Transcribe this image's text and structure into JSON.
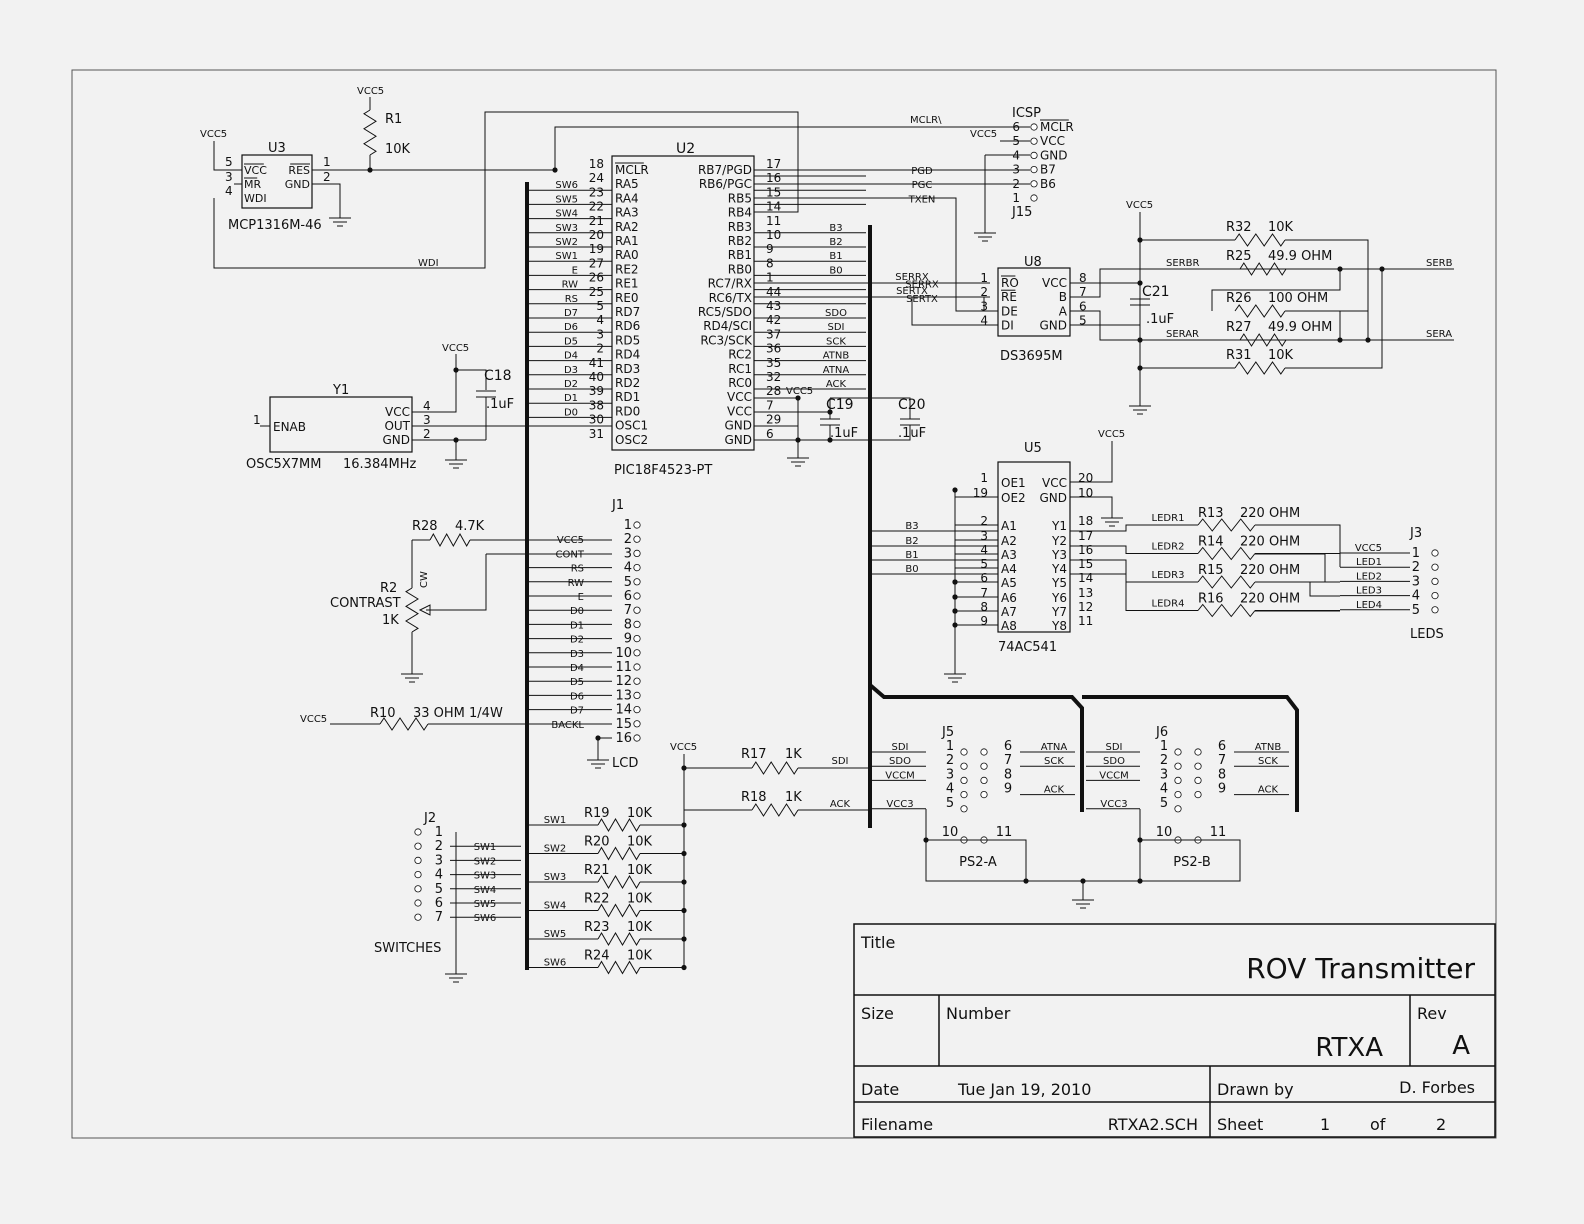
{
  "labels": {
    "u3_ref": "U3",
    "u3_part": "MCP1316M-46",
    "u3_pins": [
      "VCC",
      "MR",
      "WDI",
      "RES",
      "GND"
    ],
    "u3_nums": [
      "5",
      "3",
      "4",
      "1",
      "2"
    ],
    "vcc5": "VCC5",
    "r1": "R1",
    "r1_val": "10K",
    "wdi": "WDI",
    "mclr": "MCLR\\",
    "u2_ref": "U2",
    "u2_part": "PIC18F4523-PT",
    "u2_left": [
      "MCLR",
      "RA5",
      "RA4",
      "RA3",
      "RA2",
      "RA1",
      "RA0",
      "RE2",
      "RE1",
      "RE0",
      "RD7",
      "RD6",
      "RD5",
      "RD4",
      "RD3",
      "RD2",
      "RD1",
      "RD0",
      "OSC1",
      "OSC2"
    ],
    "u2_left_nums": [
      "18",
      "24",
      "23",
      "22",
      "21",
      "20",
      "19",
      "27",
      "26",
      "25",
      "5",
      "4",
      "3",
      "2",
      "41",
      "40",
      "39",
      "38",
      "30",
      "31"
    ],
    "u2_left_nets": [
      "",
      "SW6",
      "SW5",
      "SW4",
      "SW3",
      "SW2",
      "SW1",
      "E",
      "RW",
      "RS",
      "D7",
      "D6",
      "D5",
      "D4",
      "D3",
      "D2",
      "D1",
      "D0",
      "",
      ""
    ],
    "u2_right": [
      "RB7/PGD",
      "RB6/PGC",
      "RB5",
      "RB4",
      "RB3",
      "RB2",
      "RB1",
      "RB0",
      "RC7/RX",
      "RC6/TX",
      "RC5/SDO",
      "RD4/SCI",
      "RC3/SCK",
      "RC2",
      "RC1",
      "RC0",
      "VCC",
      "VCC",
      "GND",
      "GND"
    ],
    "u2_right_nums": [
      "17",
      "16",
      "15",
      "14",
      "11",
      "10",
      "9",
      "8",
      "1",
      "44",
      "43",
      "42",
      "37",
      "36",
      "35",
      "32",
      "28",
      "7",
      "29",
      "6"
    ],
    "u2_right_nets": [
      "PGD",
      "PGC",
      "TXEN",
      "",
      "B3",
      "B2",
      "B1",
      "B0",
      "SERRX",
      "SERTX",
      "SDO",
      "SDI",
      "SCK",
      "ATNB",
      "ATNA",
      "ACK",
      "VCC5",
      "",
      "",
      ""
    ],
    "icsp_ref": "ICSP",
    "icsp_sub": "J15",
    "icsp_pins": [
      "MCLR",
      "VCC",
      "GND",
      "B7",
      "B6"
    ],
    "icsp_nums": [
      "6",
      "5",
      "4",
      "3",
      "2",
      "1"
    ],
    "c18": "C18",
    "c18_val": ".1uF",
    "c19": "C19",
    "c19_val": ".1uF",
    "c20": "C20",
    "c20_val": ".1uF",
    "c21": "C21",
    "c21_val": ".1uF",
    "y1_ref": "Y1",
    "y1_part": "OSC5X7MM",
    "y1_freq": "16.384MHz",
    "y1_pins": [
      "ENAB",
      "VCC",
      "OUT",
      "GND"
    ],
    "y1_nums": [
      "1",
      "4",
      "3",
      "2"
    ],
    "r28": "R28",
    "r28_val": "4.7K",
    "r2": "R2",
    "r2_name": "CONTRAST",
    "r2_val": "1K",
    "cw": "CW",
    "r10": "R10",
    "r10_val": "33 OHM 1/4W",
    "j1_ref": "J1",
    "j1_name": "LCD",
    "j1_nets": [
      "",
      "VCC5",
      "CONT",
      "RS",
      "RW",
      "E",
      "D0",
      "D1",
      "D2",
      "D3",
      "D4",
      "D5",
      "D6",
      "D7",
      "BACKL",
      ""
    ],
    "j1_nums": [
      "1",
      "2",
      "3",
      "4",
      "5",
      "6",
      "7",
      "8",
      "9",
      "10",
      "11",
      "12",
      "13",
      "14",
      "15",
      "16"
    ],
    "j2_ref": "J2",
    "j2_name": "SWITCHES",
    "j2_nums": [
      "1",
      "2",
      "3",
      "4",
      "5",
      "6",
      "7"
    ],
    "j2_nets": [
      "",
      "SW1",
      "SW2",
      "SW3",
      "SW4",
      "SW5",
      "SW6"
    ],
    "pullup_refs": [
      "R19",
      "R20",
      "R21",
      "R22",
      "R23",
      "R24"
    ],
    "pullup_val": "10K",
    "pullup_nets": [
      "SW1",
      "SW2",
      "SW3",
      "SW4",
      "SW5",
      "SW6"
    ],
    "r17": "R17",
    "r18": "R18",
    "r17_val": "1K",
    "sdi": "SDI",
    "ack": "ACK",
    "u8_ref": "U8",
    "u8_part": "DS3695M",
    "u8_left": [
      "RO",
      "RE",
      "DE",
      "DI"
    ],
    "u8_left_nums": [
      "1",
      "2",
      "3",
      "4"
    ],
    "u8_right": [
      "VCC",
      "B",
      "A",
      "GND"
    ],
    "u8_right_nums": [
      "8",
      "7",
      "6",
      "5"
    ],
    "serbr": "SERBR",
    "serar": "SERAR",
    "serb": "SERB",
    "sera": "SERA",
    "rs485_res": [
      [
        "R32",
        "10K"
      ],
      [
        "R25",
        "49.9 OHM"
      ],
      [
        "R26",
        "100 OHM"
      ],
      [
        "R27",
        "49.9 OHM"
      ],
      [
        "R31",
        "10K"
      ]
    ],
    "u5_ref": "U5",
    "u5_part": "74AC541",
    "u5_left": [
      "OE1",
      "OE2",
      "A1",
      "A2",
      "A3",
      "A4",
      "A5",
      "A6",
      "A7",
      "A8"
    ],
    "u5_left_nums": [
      "1",
      "19",
      "2",
      "3",
      "4",
      "5",
      "6",
      "7",
      "8",
      "9"
    ],
    "u5_right": [
      "VCC",
      "GND",
      "Y1",
      "Y2",
      "Y3",
      "Y4",
      "Y5",
      "Y6",
      "Y7",
      "Y8"
    ],
    "u5_right_nums": [
      "20",
      "10",
      "18",
      "17",
      "16",
      "15",
      "14",
      "13",
      "12",
      "11"
    ],
    "u5_nets": [
      "B3",
      "B2",
      "B1",
      "B0"
    ],
    "led_res": [
      "R13",
      "R14",
      "R15",
      "R16"
    ],
    "led_res_val": "220 OHM",
    "ledr_nets": [
      "LEDR1",
      "LEDR2",
      "LEDR3",
      "LEDR4"
    ],
    "j3_ref": "J3",
    "j3_name": "LEDS",
    "j3_nums": [
      "1",
      "2",
      "3",
      "4",
      "5"
    ],
    "j3_nets": [
      "VCC5",
      "LED1",
      "LED2",
      "LED3",
      "LED4"
    ],
    "j5_ref": "J5",
    "j6_ref": "J6",
    "ps2_left_nums": [
      "1",
      "2",
      "3",
      "4",
      "5"
    ],
    "ps2_right_nums": [
      "6",
      "7",
      "8",
      "9"
    ],
    "ps2_nums_b": [
      "10",
      "11"
    ],
    "ps2_left_nets": [
      "SDI",
      "SDO",
      "VCCM",
      "",
      "VCC3"
    ],
    "ps2a_right_nets": [
      "ATNA",
      "SCK",
      "",
      "ACK"
    ],
    "ps2b_right_nets": [
      "ATNB",
      "SCK",
      "",
      "ACK"
    ],
    "ps2a": "PS2-A",
    "ps2b": "PS2-B"
  },
  "title_block": {
    "title_label": "Title",
    "title": "ROV Transmitter",
    "size_label": "Size",
    "number_label": "Number",
    "number": "RTXA",
    "rev_label": "Rev",
    "rev": "A",
    "date_label": "Date",
    "date": "Tue Jan 19, 2010",
    "drawn_label": "Drawn by",
    "drawn": "D. Forbes",
    "file_label": "Filename",
    "file": "RTXA2.SCH",
    "sheet_label": "Sheet",
    "sheet": "1",
    "of_label": "of",
    "of": "2"
  }
}
